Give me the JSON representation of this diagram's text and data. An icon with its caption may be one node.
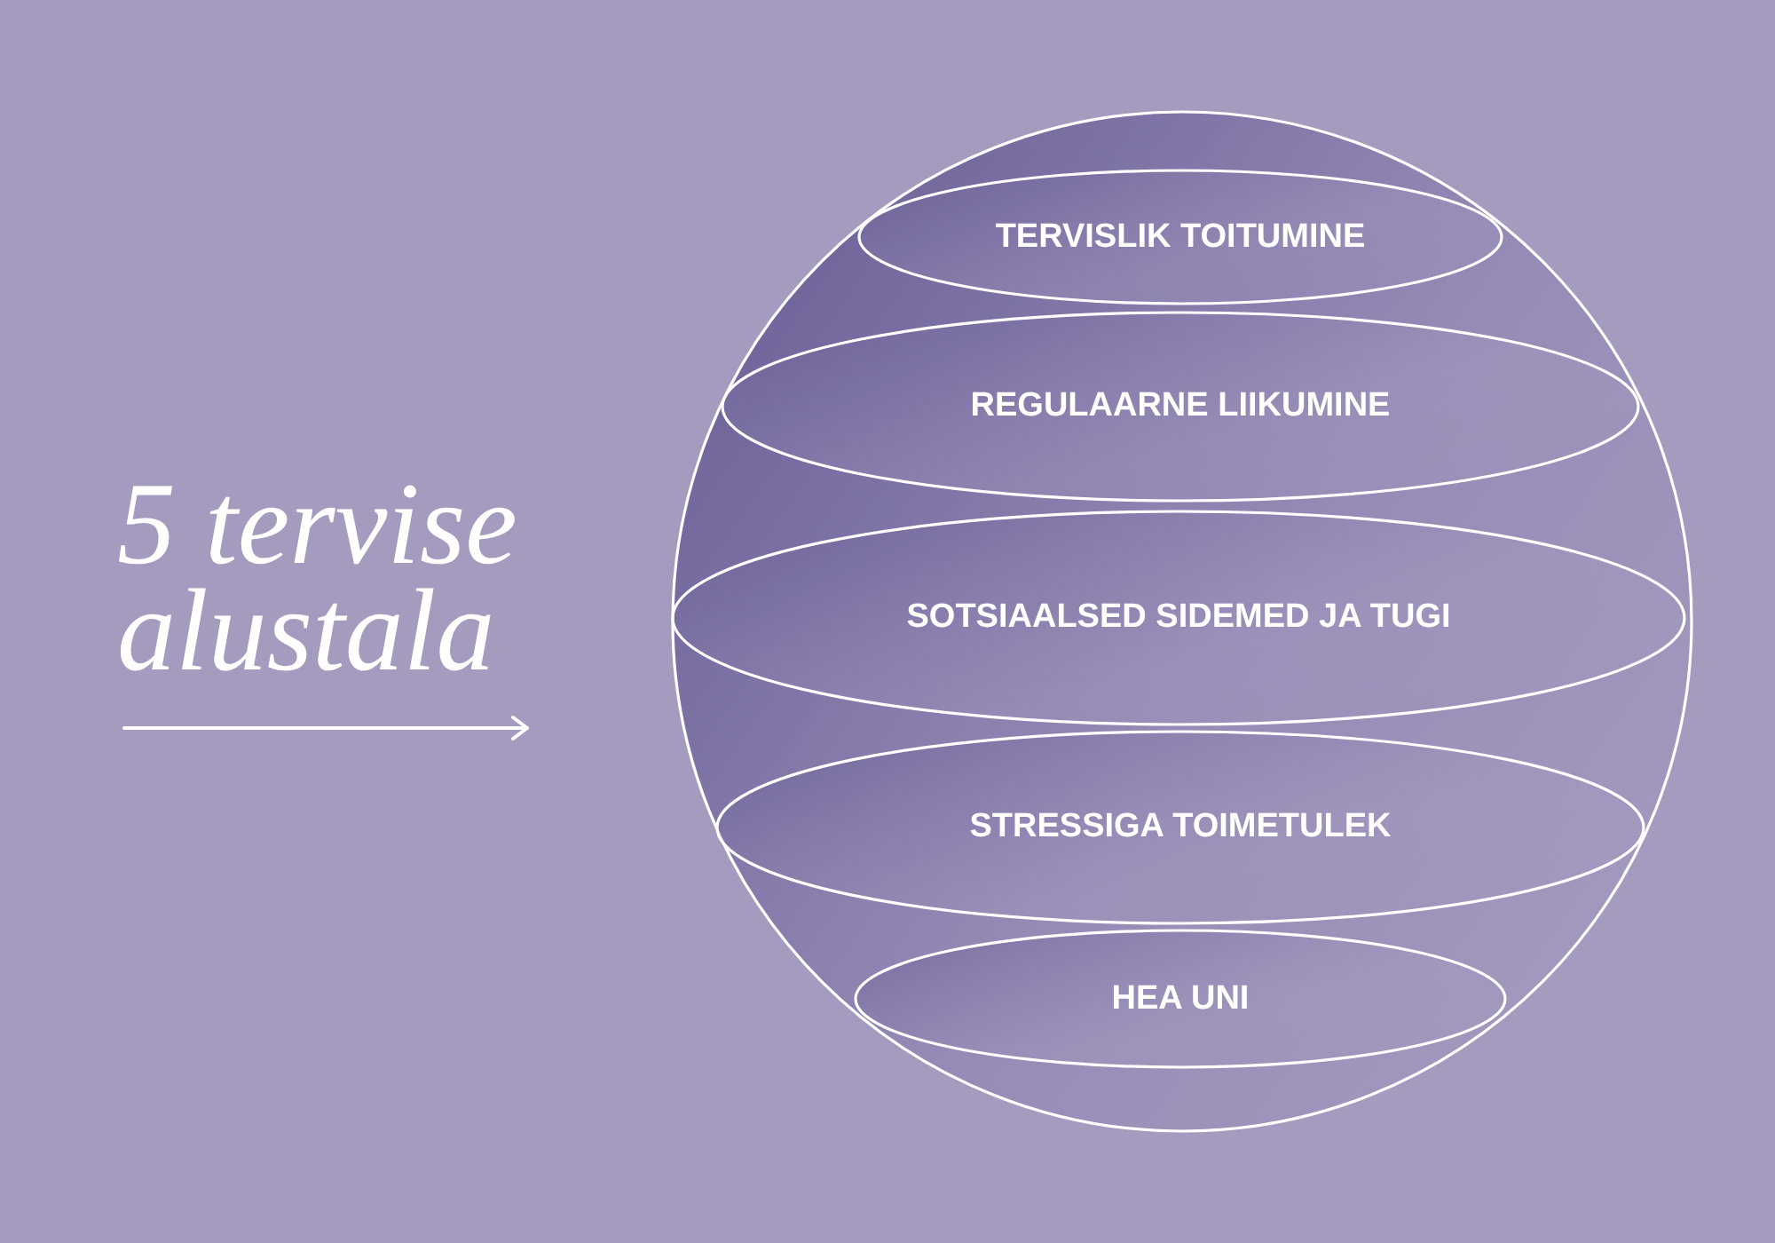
{
  "diagram": {
    "title": "5 tervise alustala",
    "nodes": [
      {
        "text": [],
        "shape": "circle"
      },
      {
        "text": [
          "TERVISLIK TOITUMINE"
        ],
        "in": 0
      },
      {
        "text": [
          "REGULAARNE LIIKUMINE"
        ],
        "in": 0
      },
      {
        "text": [
          "SOTSIAALSED SIDEMED JA TUGI"
        ],
        "in": 0
      },
      {
        "text": [
          "STRESSIGA TOIMETULEK"
        ],
        "in": 0
      },
      {
        "text": [
          "HEA UNI"
        ],
        "in": 0
      }
    ],
    "edges": []
  }
}
